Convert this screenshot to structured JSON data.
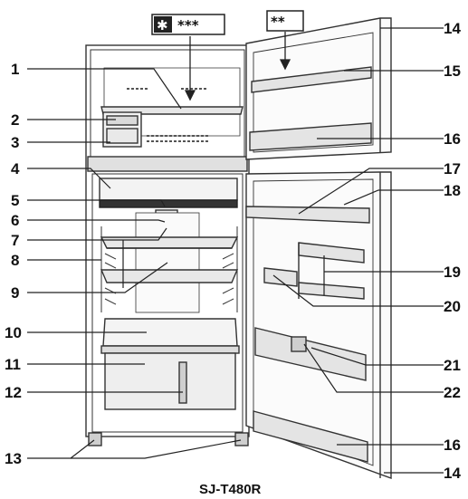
{
  "model": "SJ-T480R",
  "badges": {
    "freezer": "✱***",
    "door": "**"
  },
  "callouts": [
    "1",
    "2",
    "3",
    "4",
    "5",
    "6",
    "7",
    "8",
    "9",
    "10",
    "11",
    "12",
    "13",
    "14",
    "15",
    "16",
    "17",
    "18",
    "19",
    "20",
    "21",
    "22"
  ]
}
